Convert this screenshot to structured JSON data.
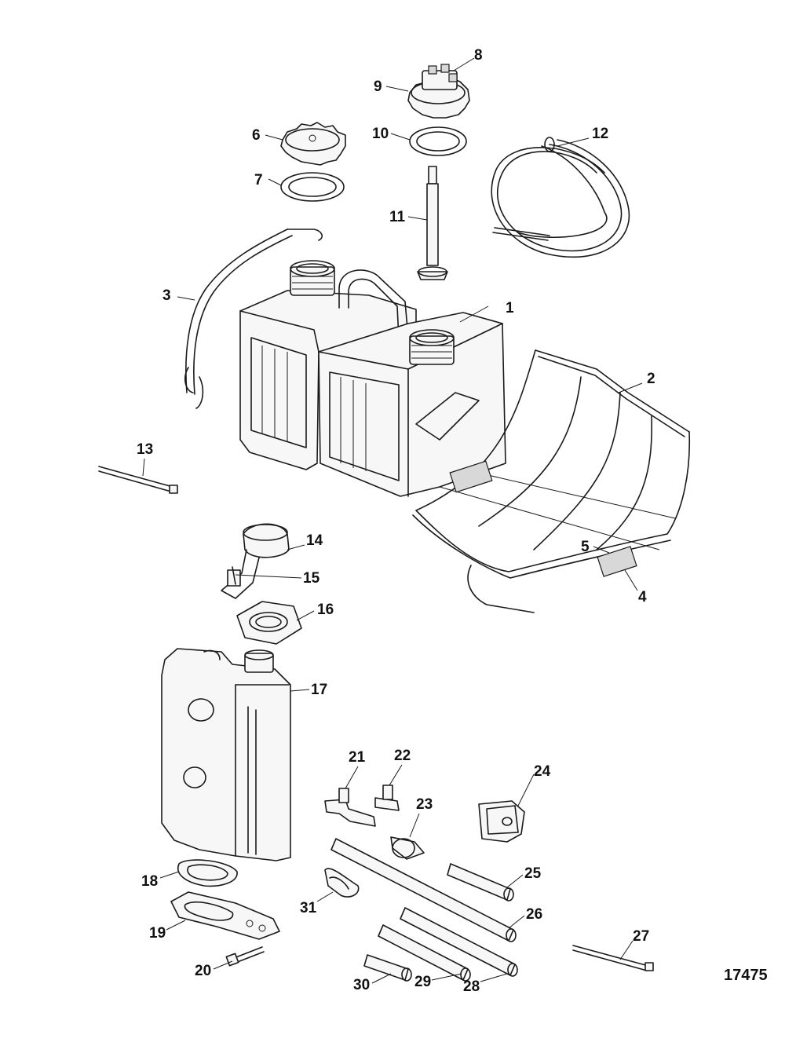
{
  "figure_number": "17475",
  "callouts": [
    "1",
    "2",
    "3",
    "4",
    "5",
    "6",
    "7",
    "8",
    "9",
    "10",
    "11",
    "12",
    "13",
    "14",
    "15",
    "16",
    "17",
    "18",
    "19",
    "20",
    "21",
    "22",
    "23",
    "24",
    "25",
    "26",
    "27",
    "28",
    "29",
    "30",
    "31"
  ]
}
